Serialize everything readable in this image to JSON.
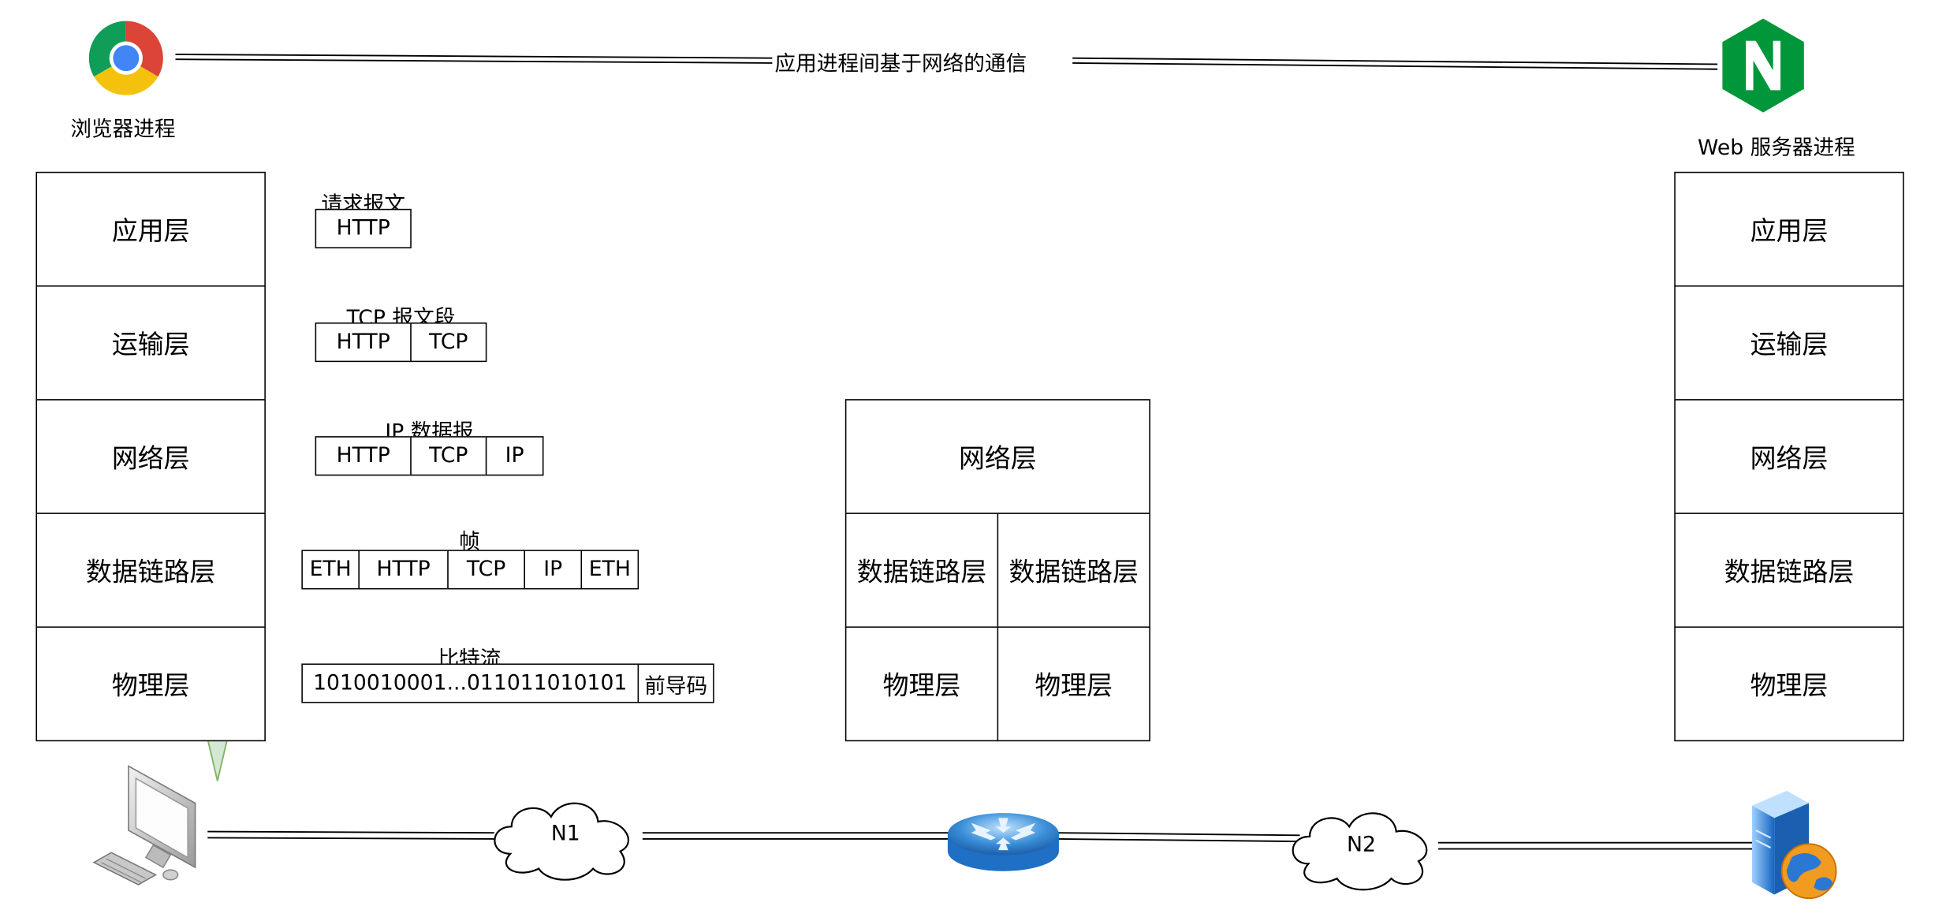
{
  "top": {
    "client_label": "浏览器进程",
    "server_label": "Web 服务器进程",
    "link_label": "应用进程间基于网络的通信"
  },
  "client_stack": [
    "应用层",
    "运输层",
    "网络层",
    "数据链路层",
    "物理层"
  ],
  "server_stack": [
    "应用层",
    "运输层",
    "网络层",
    "数据链路层",
    "物理层"
  ],
  "router_stack": {
    "network": "网络层",
    "datalink_left": "数据链路层",
    "datalink_right": "数据链路层",
    "physical_left": "物理层",
    "physical_right": "物理层"
  },
  "encapsulation": {
    "app": {
      "caption": "请求报文",
      "segs": [
        "HTTP"
      ]
    },
    "transport": {
      "caption": "TCP 报文段",
      "segs": [
        "HTTP",
        "TCP"
      ]
    },
    "network": {
      "caption": "IP 数据报",
      "segs": [
        "HTTP",
        "TCP",
        "IP"
      ]
    },
    "frame": {
      "caption": "帧",
      "segs": [
        "ETH",
        "HTTP",
        "TCP",
        "IP",
        "ETH"
      ]
    },
    "bits": {
      "caption": "比特流",
      "segs": [
        "1010010001...011011010101",
        "前导码"
      ]
    }
  },
  "network": {
    "n1": "N1",
    "n2": "N2"
  },
  "icons": [
    "chrome-icon",
    "nginx-icon",
    "computer-icon",
    "router-icon",
    "server-icon",
    "cloud-icon",
    "arrow-down-icon"
  ],
  "colors": {
    "arrow_fill": "#d5e8d4",
    "arrow_stroke": "#82b366",
    "nginx": "#009639",
    "router": "#3a8fd8",
    "server": "#1f7fd8"
  }
}
